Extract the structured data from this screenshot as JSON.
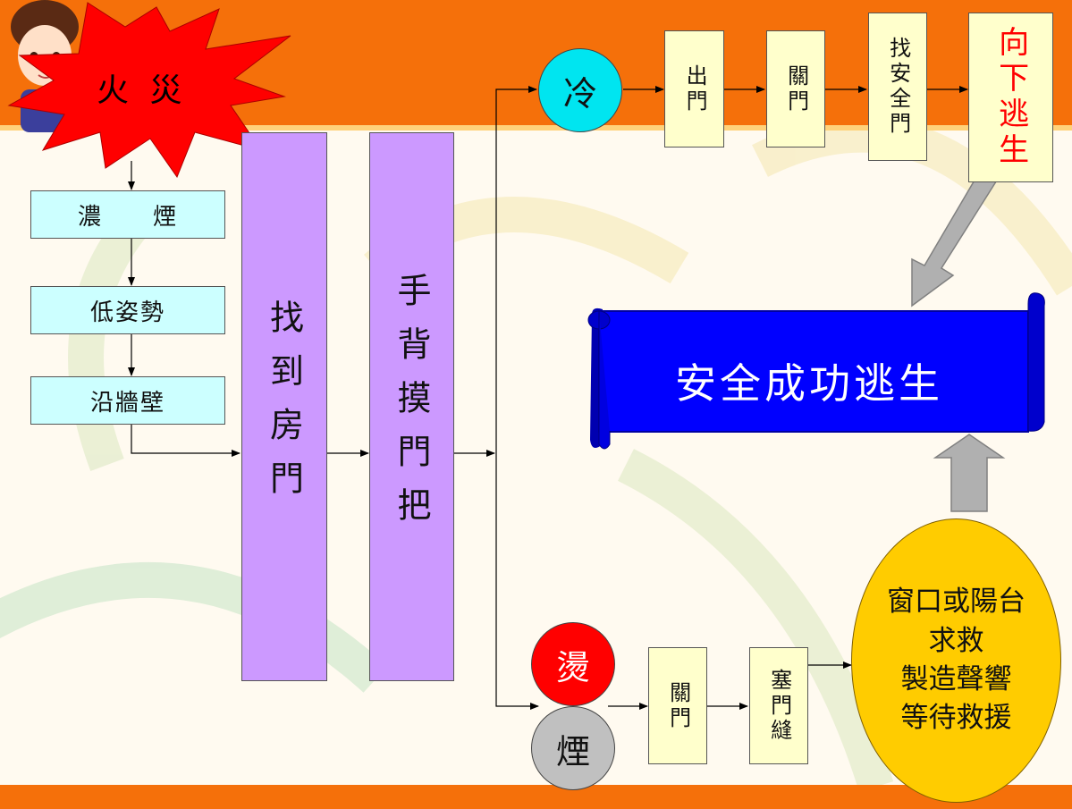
{
  "fire": {
    "label": "火 災"
  },
  "left_steps": [
    "濃　　煙",
    "低姿勢",
    "沿牆壁"
  ],
  "find_door": "找到房門",
  "touch_knob": "手背摸門把",
  "cold": {
    "circle": "冷",
    "steps": [
      "出門",
      "關門",
      "找安全門"
    ],
    "final": "向下逃生"
  },
  "hot": {
    "circle_top": "燙",
    "circle_bottom": "煙",
    "steps": [
      "關門",
      "塞門縫"
    ],
    "oval_lines": [
      "窗口或陽台",
      "求救",
      "製造聲響",
      "等待救援"
    ]
  },
  "banner": "安全成功逃生",
  "colors": {
    "top_band": "#f5700a",
    "cyan_box": "#ccffff",
    "purple_box": "#cc99ff",
    "yellow_box": "#ffffcc",
    "cold_circle": "#00e5f0",
    "hot_circle": "#ff0000",
    "smoke_circle": "#c0c0c0",
    "banner": "#0000ff",
    "oval": "#ffcc00",
    "fire_burst": "#ff0000"
  }
}
